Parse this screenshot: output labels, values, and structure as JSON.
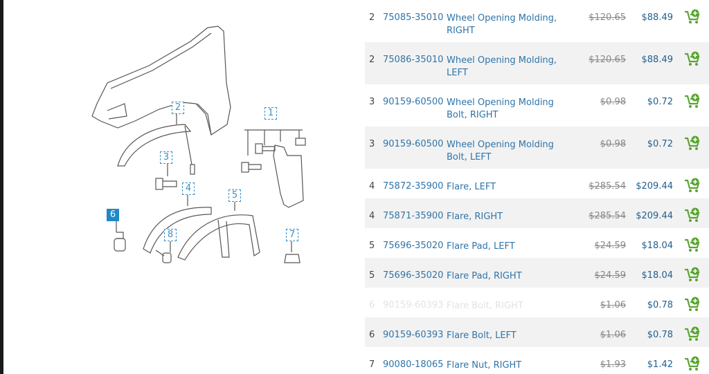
{
  "diagram": {
    "callouts": [
      {
        "label": "1",
        "active": false
      },
      {
        "label": "2",
        "active": false
      },
      {
        "label": "3",
        "active": false
      },
      {
        "label": "4",
        "active": false
      },
      {
        "label": "5",
        "active": false
      },
      {
        "label": "6",
        "active": true
      },
      {
        "label": "7",
        "active": false
      },
      {
        "label": "8",
        "active": false
      }
    ]
  },
  "parts": [
    {
      "ref": "2",
      "part_number": "75085-35010",
      "description": "Wheel Opening Molding, RIGHT",
      "msrp": "$120.65",
      "price": "$88.49"
    },
    {
      "ref": "2",
      "part_number": "75086-35010",
      "description": "Wheel Opening Molding, LEFT",
      "msrp": "$120.65",
      "price": "$88.49"
    },
    {
      "ref": "3",
      "part_number": "90159-60500",
      "description": "Wheel Opening Molding Bolt, RIGHT",
      "msrp": "$0.98",
      "price": "$0.72"
    },
    {
      "ref": "3",
      "part_number": "90159-60500",
      "description": "Wheel Opening Molding Bolt, LEFT",
      "msrp": "$0.98",
      "price": "$0.72"
    },
    {
      "ref": "4",
      "part_number": "75872-35900",
      "description": "Flare, LEFT",
      "msrp": "$285.54",
      "price": "$209.44"
    },
    {
      "ref": "4",
      "part_number": "75871-35900",
      "description": "Flare, RIGHT",
      "msrp": "$285.54",
      "price": "$209.44"
    },
    {
      "ref": "5",
      "part_number": "75696-35020",
      "description": "Flare Pad, LEFT",
      "msrp": "$24.59",
      "price": "$18.04"
    },
    {
      "ref": "5",
      "part_number": "75696-35020",
      "description": "Flare Pad, RIGHT",
      "msrp": "$24.59",
      "price": "$18.04"
    },
    {
      "ref": "6",
      "part_number": "90159-60393",
      "description": "Flare Bolt, RIGHT",
      "msrp": "$1.06",
      "price": "$0.78"
    },
    {
      "ref": "6",
      "part_number": "90159-60393",
      "description": "Flare Bolt, LEFT",
      "msrp": "$1.06",
      "price": "$0.78"
    },
    {
      "ref": "7",
      "part_number": "90080-18065",
      "description": "Flare Nut, RIGHT",
      "msrp": "$1.93",
      "price": "$1.42"
    }
  ],
  "icons": {
    "cart": "add-to-cart-icon"
  },
  "colors": {
    "link": "#2f74a8",
    "accent": "#1e88c8",
    "cart": "#5aa532",
    "strike": "#888888"
  }
}
